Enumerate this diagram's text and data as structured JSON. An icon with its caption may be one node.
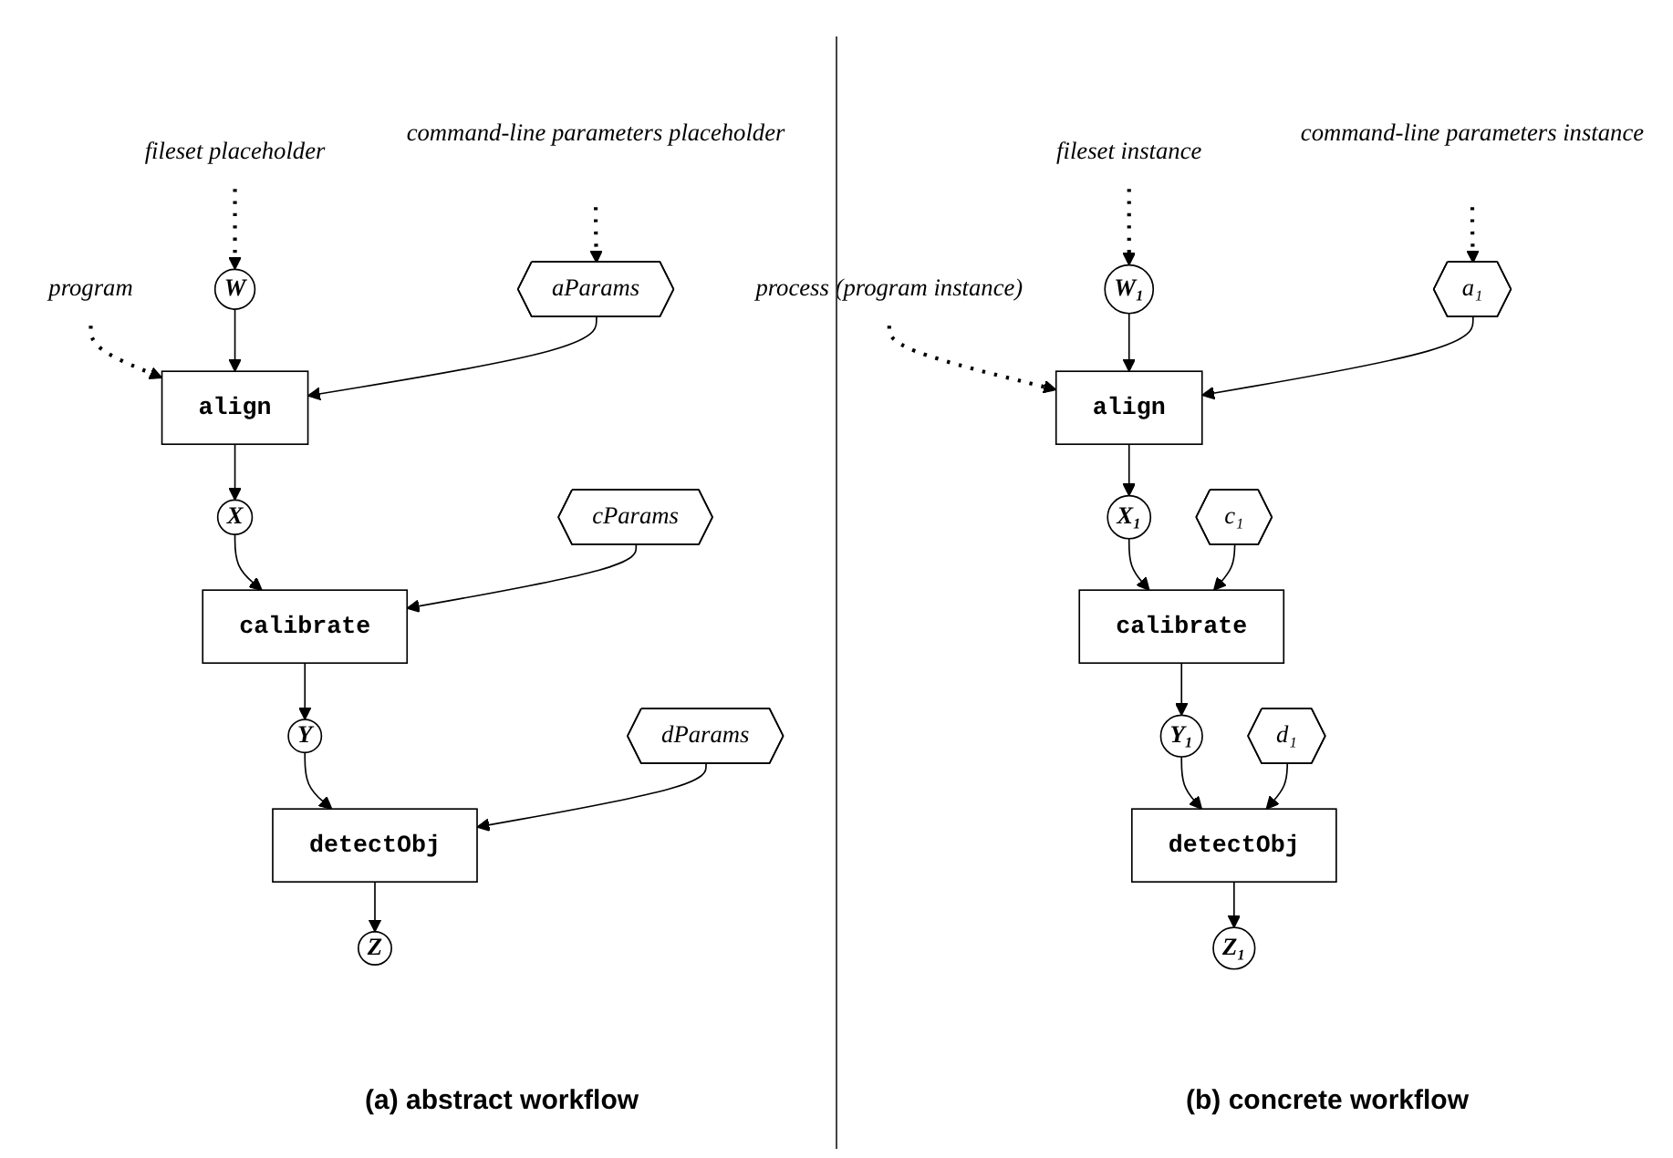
{
  "diagram": {
    "nodes": [
      {
        "text": [
          "fileset placeholder"
        ]
      },
      {
        "text": [
          "command-line parameters placeholder"
        ]
      },
      {
        "text": [
          "program"
        ]
      },
      {
        "text": [
          "W"
        ]
      },
      {
        "text": [
          "aParams"
        ]
      },
      {
        "text": [
          "align"
        ]
      },
      {
        "text": [
          "X"
        ]
      },
      {
        "text": [
          "cParams"
        ]
      },
      {
        "text": [
          "calibrate"
        ]
      },
      {
        "text": [
          "Y"
        ]
      },
      {
        "text": [
          "dParams"
        ]
      },
      {
        "text": [
          "detectObj"
        ]
      },
      {
        "text": [
          "Z"
        ]
      },
      {
        "text": [
          "fileset instance"
        ]
      },
      {
        "text": [
          "command-line parameters instance"
        ]
      },
      {
        "text": [
          "process (program instance)"
        ]
      },
      {
        "text": [
          "W₁"
        ]
      },
      {
        "text": [
          "a₁"
        ]
      },
      {
        "text": [
          "align"
        ]
      },
      {
        "text": [
          "X₁"
        ]
      },
      {
        "text": [
          "c₁"
        ]
      },
      {
        "text": [
          "calibrate"
        ]
      },
      {
        "text": [
          "Y₁"
        ]
      },
      {
        "text": [
          "d₁"
        ]
      },
      {
        "text": [
          "detectObj"
        ]
      },
      {
        "text": [
          "Z₁"
        ]
      }
    ],
    "edges": [
      {
        "from": 0,
        "to": 3,
        "arrow": "to",
        "style": "dashed"
      },
      {
        "from": 1,
        "to": 4,
        "arrow": "to",
        "style": "dashed"
      },
      {
        "from": 2,
        "to": 5,
        "arrow": "to",
        "style": "dashed"
      },
      {
        "from": 3,
        "to": 5,
        "arrow": "to"
      },
      {
        "from": 4,
        "to": 5,
        "arrow": "to"
      },
      {
        "from": 5,
        "to": 6,
        "arrow": "to"
      },
      {
        "from": 6,
        "to": 8,
        "arrow": "to"
      },
      {
        "from": 7,
        "to": 8,
        "arrow": "to"
      },
      {
        "from": 8,
        "to": 9,
        "arrow": "to"
      },
      {
        "from": 9,
        "to": 11,
        "arrow": "to"
      },
      {
        "from": 10,
        "to": 11,
        "arrow": "to"
      },
      {
        "from": 11,
        "to": 12,
        "arrow": "to"
      },
      {
        "from": 13,
        "to": 16,
        "arrow": "to",
        "style": "dashed"
      },
      {
        "from": 14,
        "to": 17,
        "arrow": "to",
        "style": "dashed"
      },
      {
        "from": 15,
        "to": 18,
        "arrow": "to",
        "style": "dashed"
      },
      {
        "from": 16,
        "to": 18,
        "arrow": "to"
      },
      {
        "from": 17,
        "to": 18,
        "arrow": "to"
      },
      {
        "from": 18,
        "to": 19,
        "arrow": "to"
      },
      {
        "from": 19,
        "to": 21,
        "arrow": "to"
      },
      {
        "from": 20,
        "to": 21,
        "arrow": "to"
      },
      {
        "from": 21,
        "to": 22,
        "arrow": "to"
      },
      {
        "from": 22,
        "to": 24,
        "arrow": "to"
      },
      {
        "from": 23,
        "to": 24,
        "arrow": "to"
      },
      {
        "from": 24,
        "to": 25,
        "arrow": "to"
      }
    ],
    "labels": [
      "(a) abstract workflow",
      "(b) concrete workflow"
    ]
  }
}
